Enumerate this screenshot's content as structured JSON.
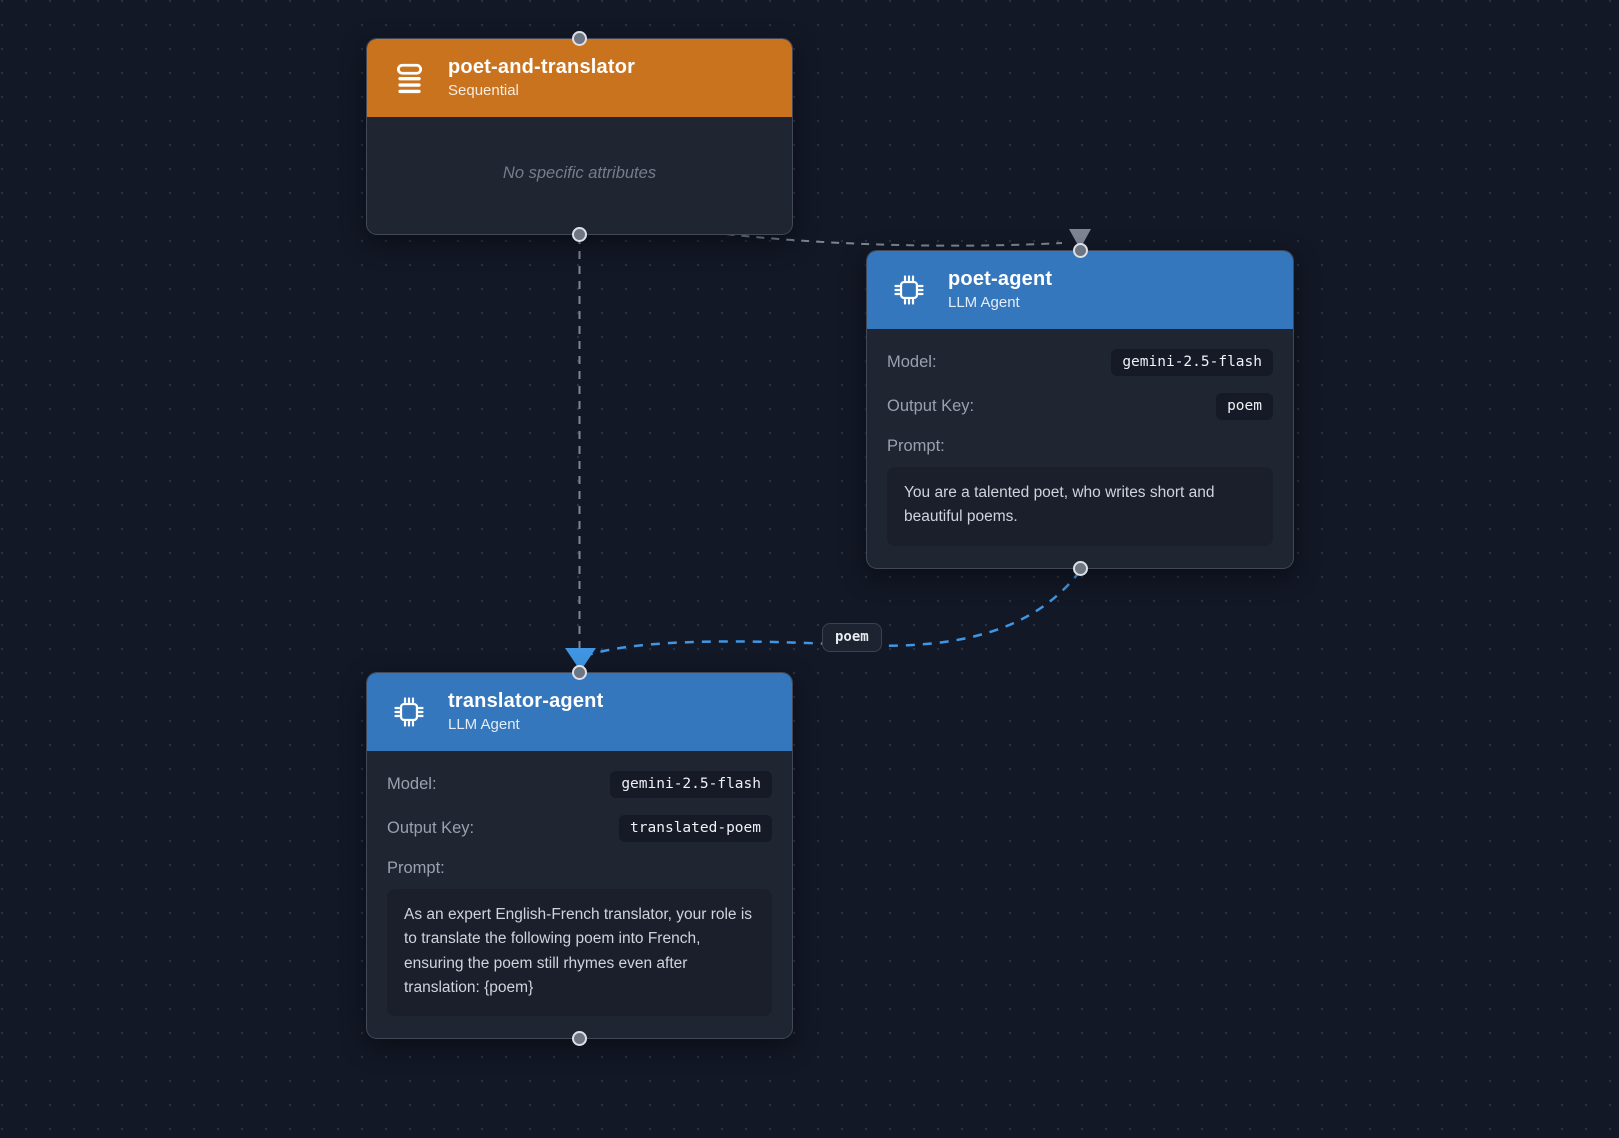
{
  "theme": {
    "canvas_background": "#131826",
    "node_body": "#1f2531",
    "sequential_header_color": "#c9731f",
    "llm_header_color": "#3577bd",
    "edge_gray_color": "#7e8694",
    "edge_blue_color": "#4096e3"
  },
  "nodes": [
    {
      "id": "poet-and-translator",
      "type": "sequential",
      "icon": "sequential-list-icon",
      "title": "poet-and-translator",
      "subtitle": "Sequential",
      "empty_text": "No specific attributes"
    },
    {
      "id": "poet-agent",
      "type": "llm-agent",
      "icon": "chip-icon",
      "title": "poet-agent",
      "subtitle": "LLM Agent",
      "fields": [
        {
          "label": "Model:",
          "value": "gemini-2.5-flash"
        },
        {
          "label": "Output Key:",
          "value": "poem"
        }
      ],
      "prompt_label": "Prompt:",
      "prompt": "You are a talented poet, who writes short and beautiful poems."
    },
    {
      "id": "translator-agent",
      "type": "llm-agent",
      "icon": "chip-icon",
      "title": "translator-agent",
      "subtitle": "LLM Agent",
      "fields": [
        {
          "label": "Model:",
          "value": "gemini-2.5-flash"
        },
        {
          "label": "Output Key:",
          "value": "translated-poem"
        }
      ],
      "prompt_label": "Prompt:",
      "prompt": "As an expert English-French translator, your role is to translate the following poem into French, ensuring the poem still rhymes even after translation: {poem}"
    }
  ],
  "edges": [
    {
      "from": "poet-and-translator",
      "to": "poet-agent",
      "style": "gray-dashed",
      "label": ""
    },
    {
      "from": "poet-and-translator",
      "to": "translator-agent",
      "style": "gray-dashed",
      "label": ""
    },
    {
      "from": "poet-agent",
      "to": "translator-agent",
      "style": "blue-dashed",
      "label": "poem"
    }
  ]
}
